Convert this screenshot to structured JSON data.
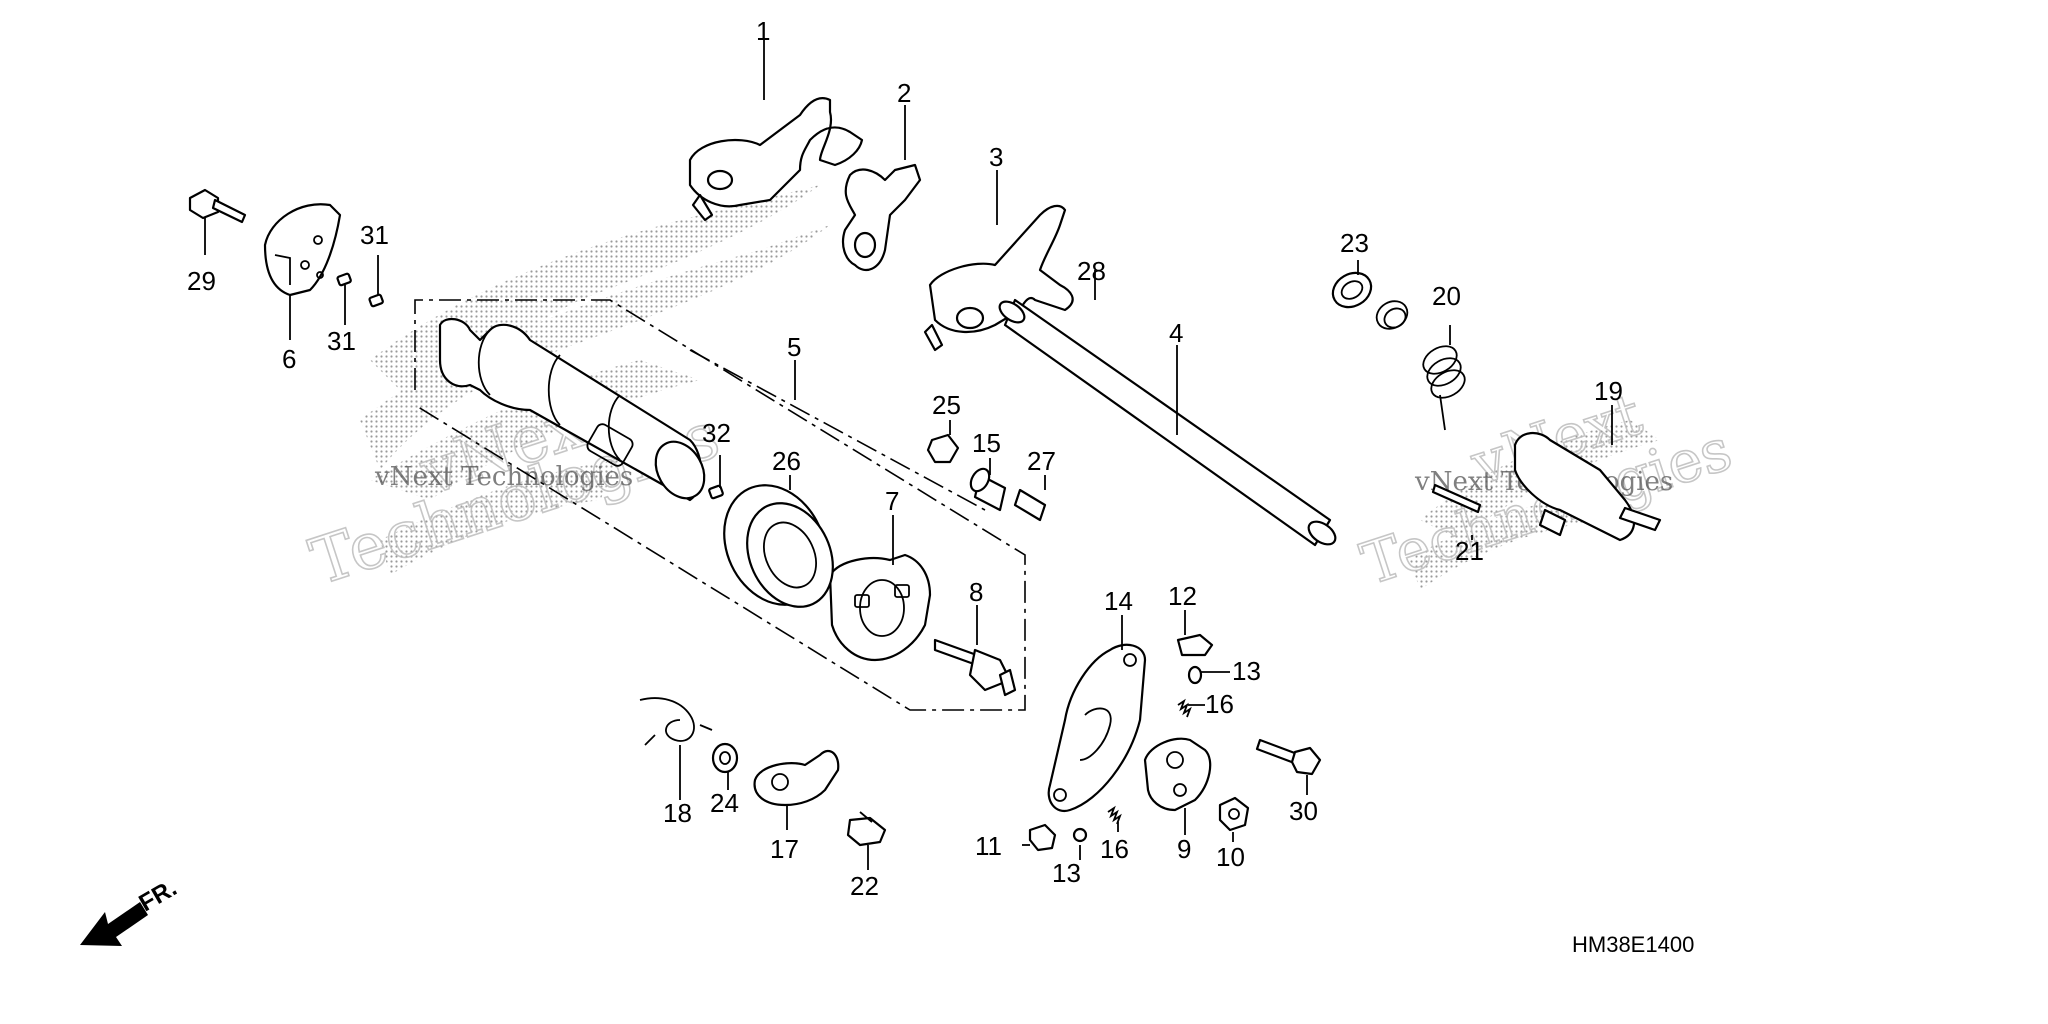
{
  "diagram_code": "HM38E1400",
  "direction_label": "FR.",
  "watermark": {
    "brand_line1": "vNext",
    "brand_line2": "Technologies",
    "full": "vNext Technologies"
  },
  "callouts": [
    {
      "id": "c1",
      "label": "1"
    },
    {
      "id": "c2",
      "label": "2"
    },
    {
      "id": "c3",
      "label": "3"
    },
    {
      "id": "c4",
      "label": "4"
    },
    {
      "id": "c5",
      "label": "5"
    },
    {
      "id": "c6",
      "label": "6"
    },
    {
      "id": "c7",
      "label": "7"
    },
    {
      "id": "c8",
      "label": "8"
    },
    {
      "id": "c9",
      "label": "9"
    },
    {
      "id": "c10",
      "label": "10"
    },
    {
      "id": "c11",
      "label": "11"
    },
    {
      "id": "c12",
      "label": "12"
    },
    {
      "id": "c13a",
      "label": "13"
    },
    {
      "id": "c13b",
      "label": "13"
    },
    {
      "id": "c14",
      "label": "14"
    },
    {
      "id": "c15",
      "label": "15"
    },
    {
      "id": "c16a",
      "label": "16"
    },
    {
      "id": "c16b",
      "label": "16"
    },
    {
      "id": "c17",
      "label": "17"
    },
    {
      "id": "c18",
      "label": "18"
    },
    {
      "id": "c19",
      "label": "19"
    },
    {
      "id": "c20",
      "label": "20"
    },
    {
      "id": "c21",
      "label": "21"
    },
    {
      "id": "c22",
      "label": "22"
    },
    {
      "id": "c23",
      "label": "23"
    },
    {
      "id": "c24",
      "label": "24"
    },
    {
      "id": "c25",
      "label": "25"
    },
    {
      "id": "c26",
      "label": "26"
    },
    {
      "id": "c27",
      "label": "27"
    },
    {
      "id": "c28",
      "label": "28"
    },
    {
      "id": "c29",
      "label": "29"
    },
    {
      "id": "c30",
      "label": "30"
    },
    {
      "id": "c31a",
      "label": "31"
    },
    {
      "id": "c31b",
      "label": "31"
    },
    {
      "id": "c32",
      "label": "32"
    }
  ]
}
